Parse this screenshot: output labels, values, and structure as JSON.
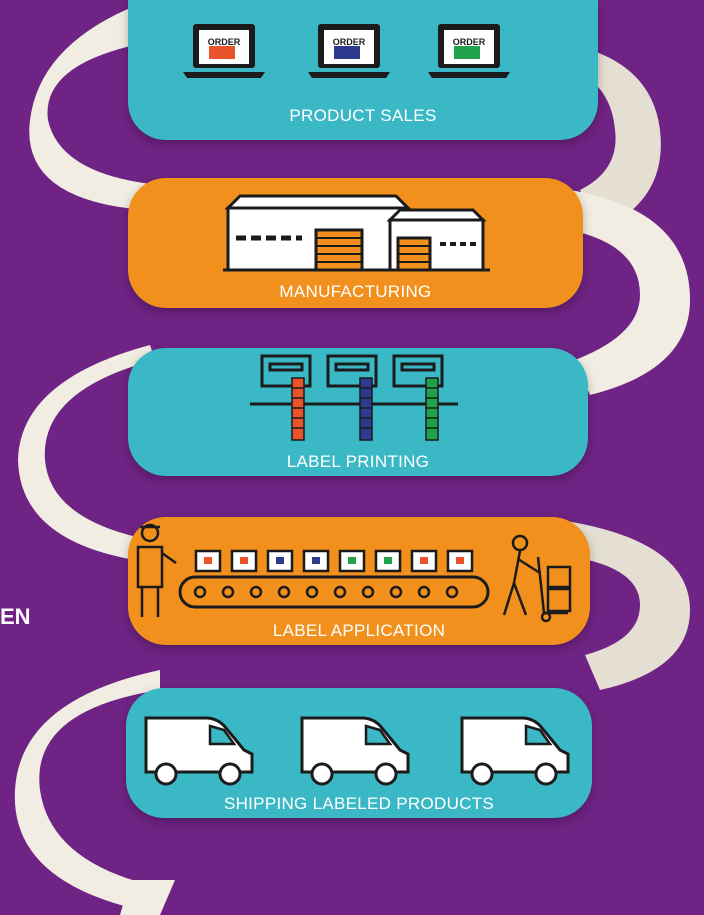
{
  "colors": {
    "background": "#6f2384",
    "teal": "#3bb8c6",
    "orange": "#f2901e",
    "ribbon": "#f1ede2",
    "red": "#e8532a",
    "blue": "#2e3a8e",
    "green": "#1fa24a",
    "ink": "#1b1b1b"
  },
  "stages": [
    {
      "label": "PRODUCT SALES",
      "icon": "laptop-order-icon"
    },
    {
      "label": "MANUFACTURING",
      "icon": "factory-icon"
    },
    {
      "label": "LABEL PRINTING",
      "icon": "label-printer-icon"
    },
    {
      "label": "LABEL APPLICATION",
      "icon": "conveyor-belt-icon"
    },
    {
      "label": "SHIPPING LABELED PRODUCTS",
      "icon": "delivery-van-icon"
    }
  ],
  "order_screen_text": "ORDER",
  "side_text": "EN"
}
